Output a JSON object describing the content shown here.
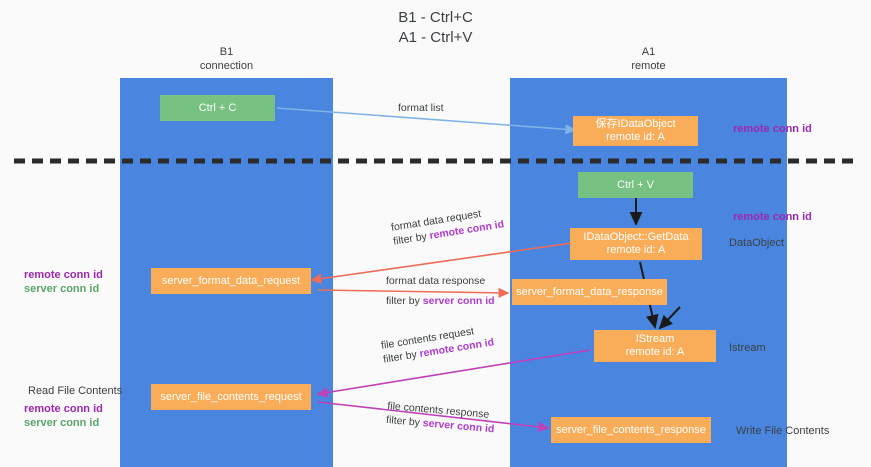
{
  "title": {
    "line1": "B1 - Ctrl+C",
    "line2": "A1 - Ctrl+V"
  },
  "columns": {
    "b1": {
      "name": "B1",
      "role": "connection"
    },
    "a1": {
      "name": "A1",
      "role": "remote"
    }
  },
  "nodes": {
    "ctrl_c": "Ctrl + C",
    "ctrl_v": "Ctrl + V",
    "dataobject_top_line1": "保存IDataObject",
    "dataobject_top_line2": "remote id: A",
    "getdata_line1": "IDataObject::GetData",
    "getdata_line2": "remote id: A",
    "istream_line1": "IStream",
    "istream_line2": "remote id: A",
    "server_format_data_request": "server_format_data_request",
    "server_format_data_response": "server_format_data_response",
    "server_file_contents_request": "server_file_contents_request",
    "server_file_contents_response": "server_file_contents_response"
  },
  "edges": {
    "format_list": "format list",
    "format_data_request": "format data request",
    "format_data_request_filter_prefix": "filter by ",
    "format_data_request_filter_key": "remote conn id",
    "format_data_response": "format data response",
    "format_data_response_filter_prefix": "filter by ",
    "format_data_response_filter_key": "server conn id",
    "file_contents_request": "file contents request",
    "file_contents_request_filter_prefix": "filter by ",
    "file_contents_request_filter_key": "remote conn id",
    "file_contents_response": "file contents response",
    "file_contents_response_filter_prefix": "filter by ",
    "file_contents_response_filter_key": "server conn id"
  },
  "right_labels": {
    "remote_conn_id_top": "remote conn id",
    "remote_conn_id_mid": "remote conn id",
    "dataobject": "DataObject",
    "istream": "Istream",
    "write_file_contents": "Write File Contents"
  },
  "left_labels": {
    "remote_conn_id_mid": "remote conn id",
    "server_conn_id_mid": "server conn id",
    "read_file_contents": "Read File Contents",
    "remote_conn_id_bottom": "remote conn id",
    "server_conn_id_bottom": "server conn id"
  },
  "colors": {
    "band": "#4a86e0",
    "green_node": "#77c182",
    "orange_node": "#f9ad58",
    "purple_text": "#9c27b0",
    "green_text": "#5aa469",
    "arrow_blue": "#7fb2e8",
    "arrow_red": "#ef6c5a",
    "arrow_magenta": "#c040b8",
    "arrow_black": "#1a1a1a"
  }
}
